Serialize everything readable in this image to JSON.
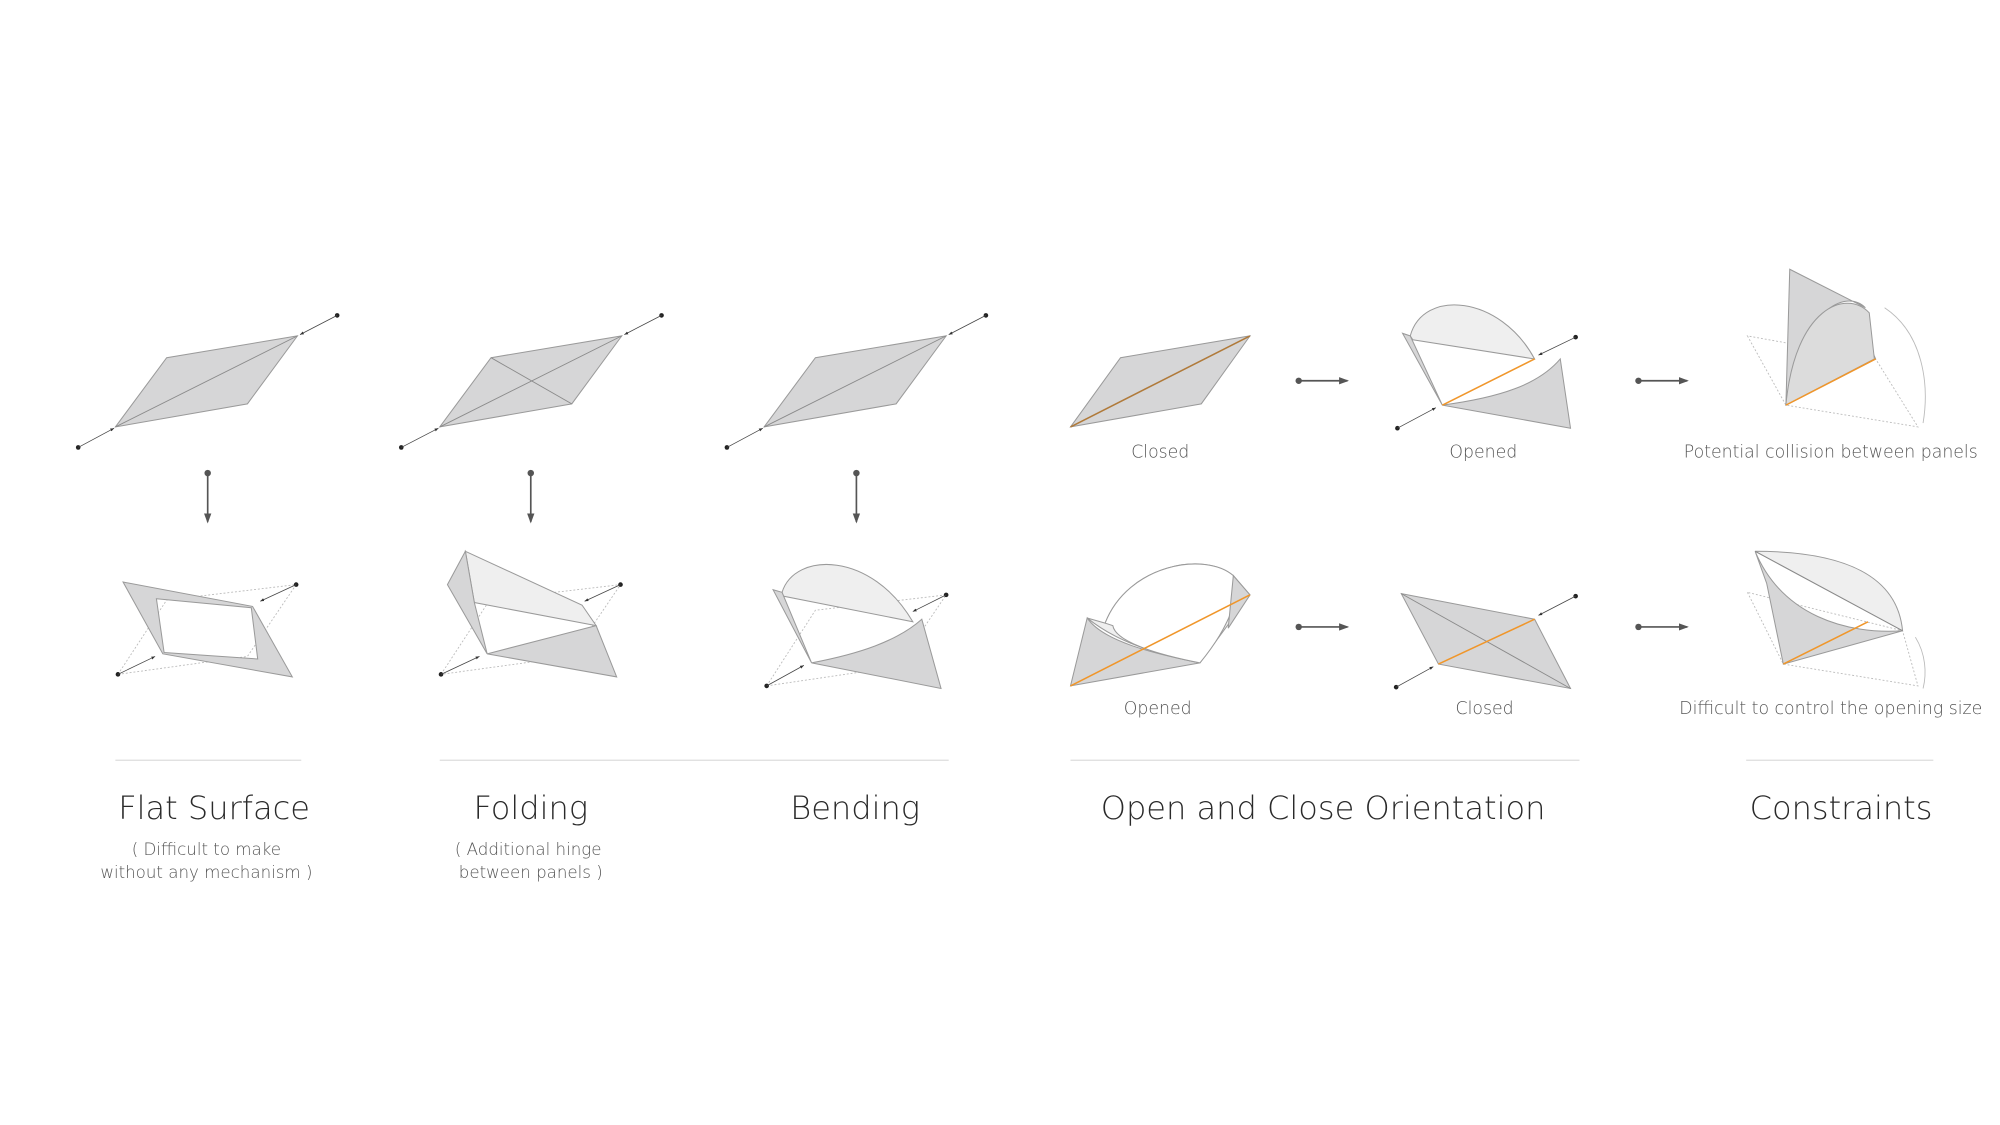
{
  "sections": [
    {
      "title": "Flat Surface",
      "note": [
        "( Difficult  to make",
        "without any mechanism )"
      ]
    },
    {
      "title": "Folding",
      "note": [
        "( Additional hinge",
        "between panels )"
      ]
    },
    {
      "title": "Bending"
    },
    {
      "title": "Open and Close Orientation",
      "captions": {
        "top_left": "Closed",
        "top_right": "Opened",
        "bottom_left": "Opened",
        "bottom_right": "Closed"
      }
    },
    {
      "title": "Constraints",
      "captions": {
        "top": "Potential collision between panels",
        "bottom": "Difficult to control the opening size"
      }
    }
  ],
  "colors": {
    "panel": "#d6d6d7",
    "hinge_axis": "#f0962a"
  }
}
